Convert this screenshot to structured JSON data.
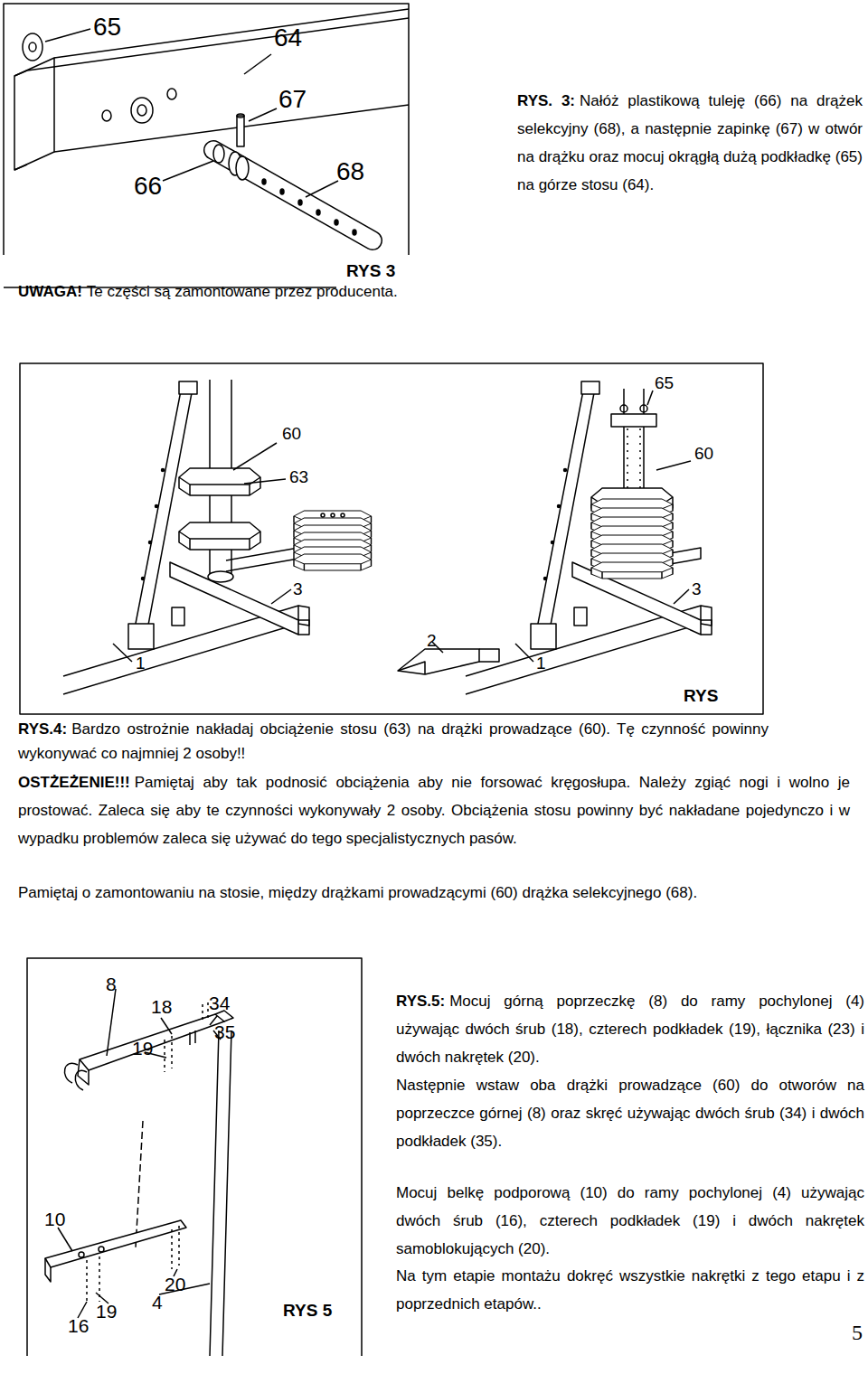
{
  "diagram": {
    "labels": [
      "65",
      "64",
      "67",
      "66",
      "68",
      "RYS. 3:",
      "Nałóż plastikową tuleję (66) na drążek selekcyjny (68), a następnie zapinkę (67) w otwór na drążku oraz mocuj okrągłą dużą podkładkę (65) na górze stosu (64).",
      "RYS 3",
      "UWAGA!",
      "Te części są zamontowane przez producenta.",
      "60",
      "63",
      "3",
      "1",
      "65",
      "60",
      "3",
      "2",
      "1",
      "RYS",
      "RYS.4:",
      "Bardzo ostrożnie nakładaj obciążenie stosu (63) na drążki prowadzące (60). Tę czynność powinny wykonywać co najmniej 2 osoby!!",
      "OSTŻEŻENIE!!!",
      "Pamiętaj aby tak podnosić obciążenia aby nie forsować kręgosłupa. Należy zgiąć nogi i wolno je prostować. Zaleca się aby te czynności wykonywały 2 osoby. Obciążenia stosu powinny być nakładane pojedynczo i w wypadku problemów zaleca się używać do tego specjalistycznych pasów.",
      "Pamiętaj o zamontowaniu na stosie, między drążkami prowadzącymi (60) drążka selekcyjnego (68).",
      "8",
      "18",
      "34",
      "35",
      "19",
      "10",
      "20",
      "19",
      "4",
      "16",
      "RYS 5",
      "RYS.5:",
      "Mocuj górną poprzeczkę (8) do ramy pochylonej (4) używając dwóch śrub (18), czterech podkładek (19), łącznika (23) i dwóch nakrętek (20).",
      "Następnie wstaw oba drążki prowadzące (60) do otworów na poprzeczce górnej (8) oraz skręć używając dwóch śrub (34) i dwóch podkładek (35).",
      "Mocuj belkę podporową (10) do ramy pochylonej (4) używając dwóch śrub (16), czterech podkładek (19) i dwóch nakrętek samoblokujących (20).",
      "Na tym etapie montażu dokręć wszystkie nakrętki z tego etapu i z poprzednich etapów..",
      "5"
    ]
  }
}
